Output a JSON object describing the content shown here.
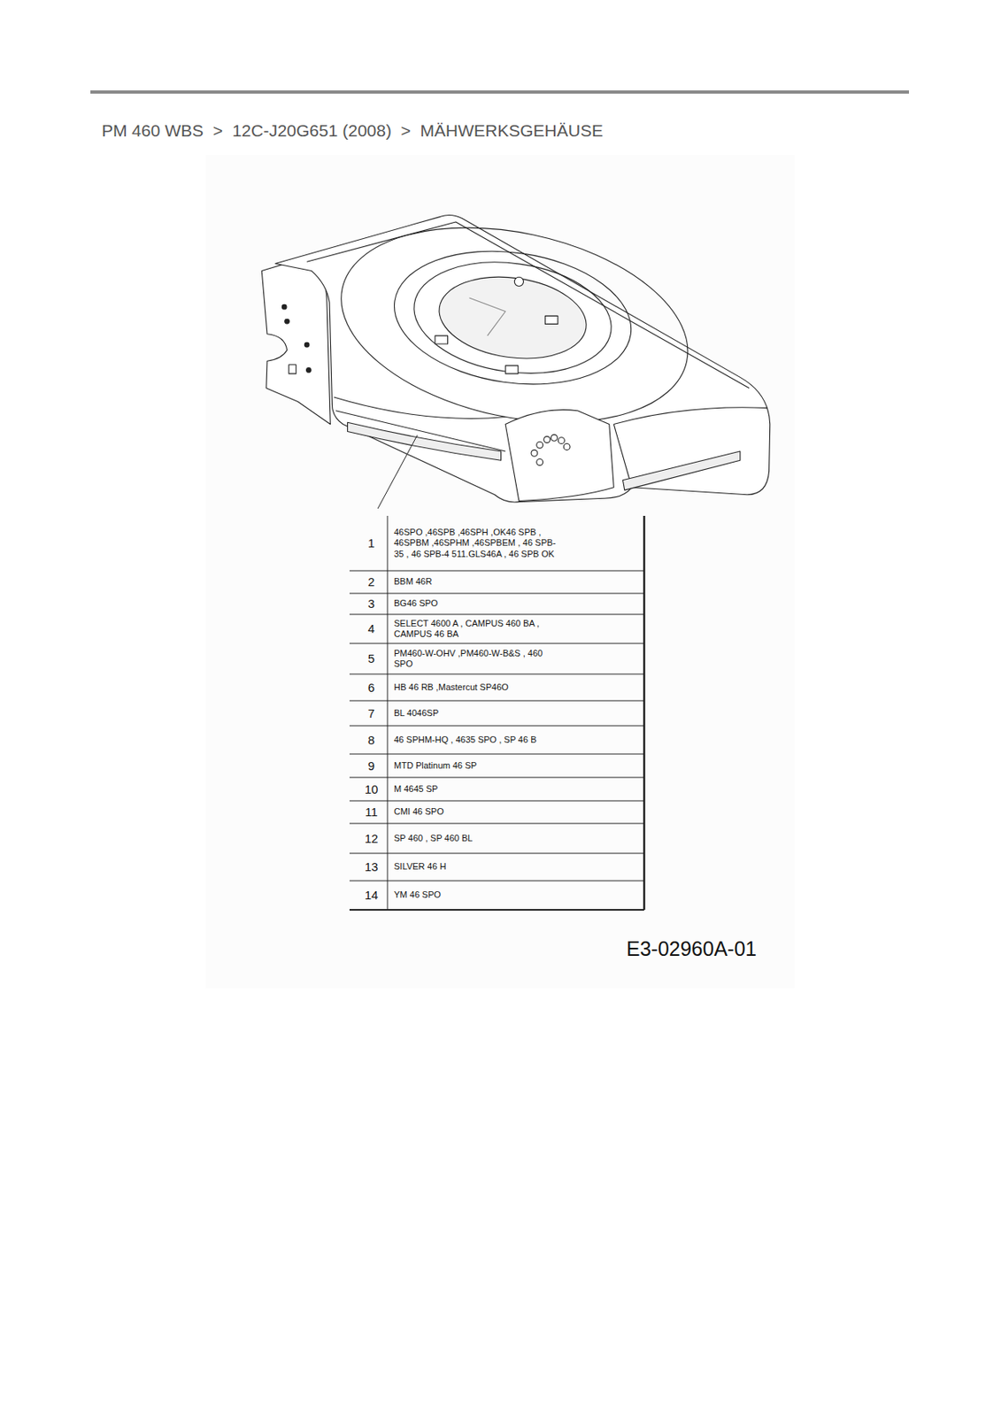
{
  "diagram": {
    "title": "PM 460 WBS  >  12C-J20G651 (2008)  >  MÄHWERKSGEHÄUSE",
    "labels": [
      "1",
      "46SPO ,46SPB ,46SPH ,OK46 SPB , 46SPBM ,46SPHM ,46SPBEM , 46 SPB-35 , 46 SPB-4 511.GLS46A , 46 SPB OK",
      "2",
      "BBM 46R",
      "3",
      "BG46 SPO",
      "4",
      "SELECT 4600 A , CAMPUS 460 BA , CAMPUS 46 BA",
      "5",
      "PM460-W-OHV ,PM460-W-B&S , 460 SPO",
      "6",
      "HB 46 RB ,Mastercut SP46O",
      "7",
      "BL 4046SP",
      "8",
      "46 SPHM-HQ , 4635 SPO , SP 46 B",
      "9",
      "MTD Platinum 46 SP",
      "10",
      "M 4645 SP",
      "11",
      "CMI 46 SPO",
      "12",
      "SP 460 , SP 460 BL",
      "13",
      "SILVER 46 H",
      "14",
      "YM 46 SPO",
      "E3-02960A-01"
    ]
  }
}
